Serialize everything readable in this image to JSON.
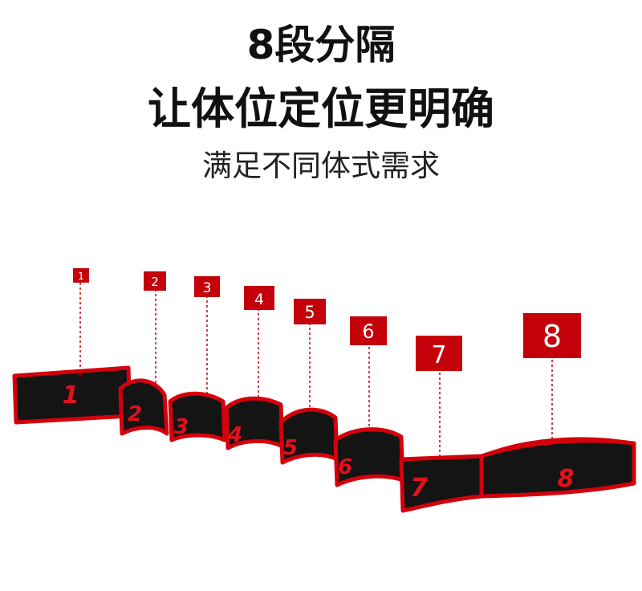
{
  "headline": {
    "line1": "8段分隔",
    "line2": "让体位定位更明确",
    "subline": "满足不同体式需求"
  },
  "colors": {
    "band_fill": "#141414",
    "band_edge": "#d4000c",
    "label_bg": "#c4000a",
    "label_text": "#ffffff",
    "number_print": "#e0111a",
    "leader_line": "#c4000a"
  },
  "segments": [
    {
      "label": "1",
      "band_number": "1"
    },
    {
      "label": "2",
      "band_number": "2"
    },
    {
      "label": "3",
      "band_number": "3"
    },
    {
      "label": "4",
      "band_number": "4"
    },
    {
      "label": "5",
      "band_number": "5"
    },
    {
      "label": "6",
      "band_number": "6"
    },
    {
      "label": "7",
      "band_number": "7"
    },
    {
      "label": "8",
      "band_number": "8"
    }
  ]
}
